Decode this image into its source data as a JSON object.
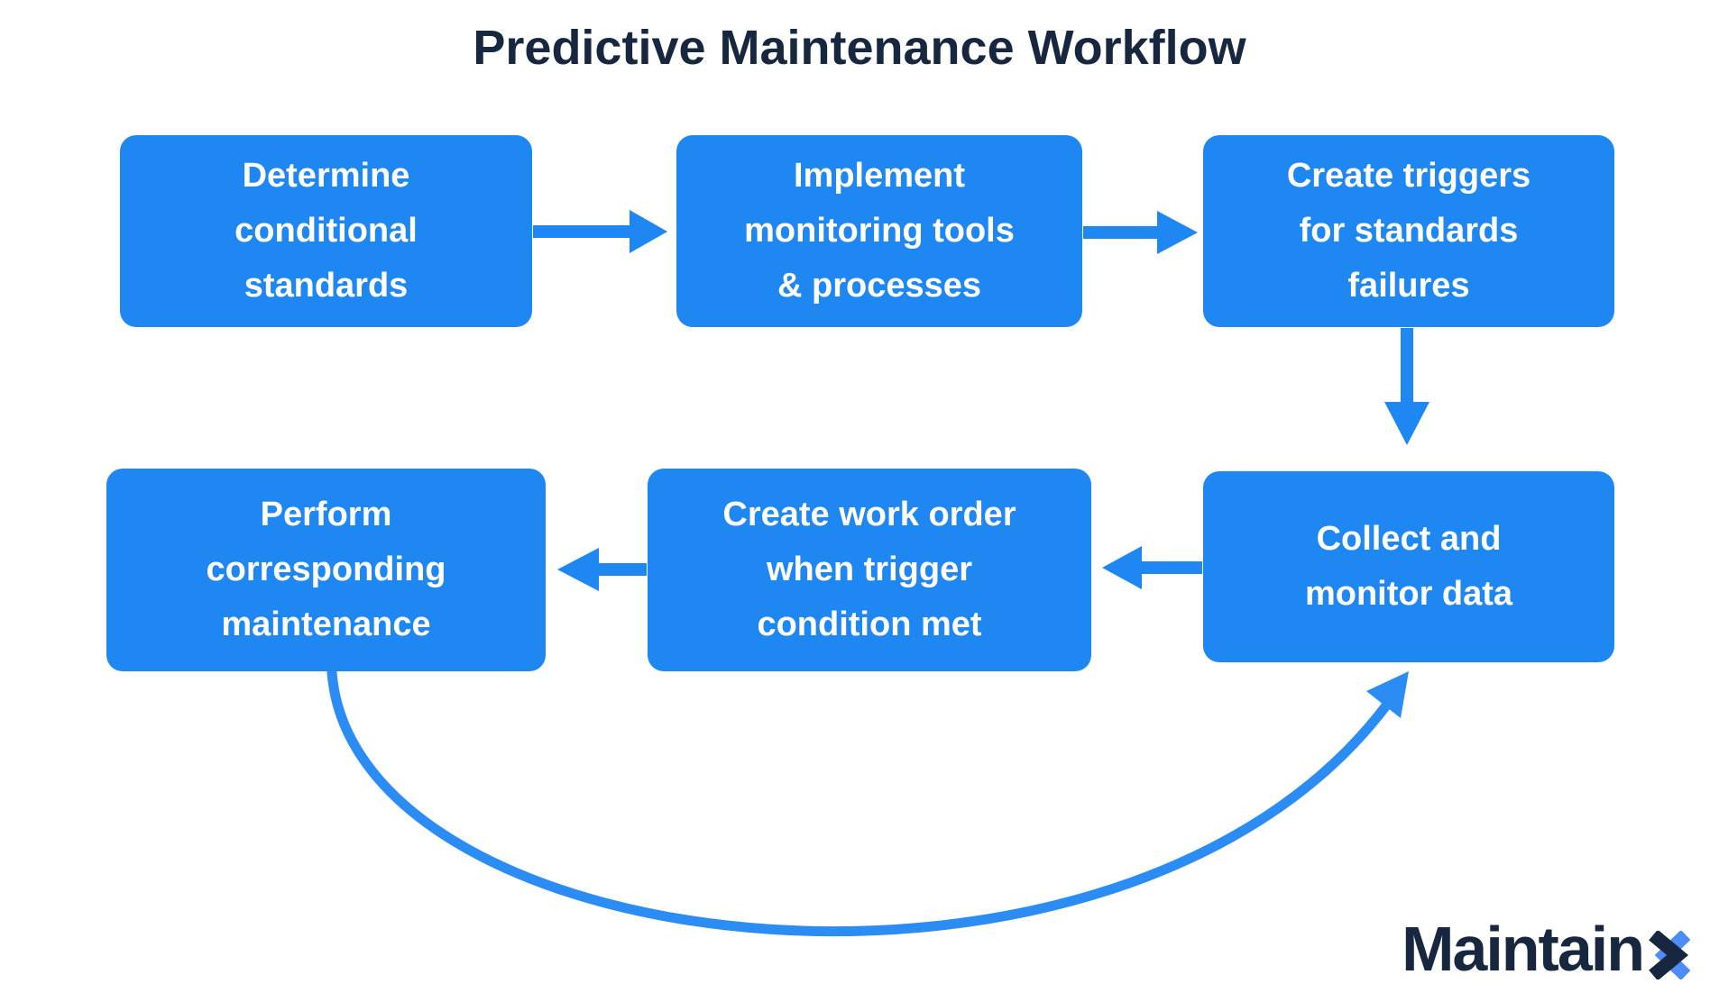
{
  "title": "Predictive Maintenance Workflow",
  "flowchart": {
    "boxes": [
      {
        "id": "determine-conditional-standards",
        "label": "Determine\nconditional\nstandards"
      },
      {
        "id": "implement-monitoring-tools",
        "label": "Implement\nmonitoring tools\n& processes"
      },
      {
        "id": "create-triggers",
        "label": "Create triggers\nfor standards\nfailures"
      },
      {
        "id": "collect-monitor-data",
        "label": "Collect and\nmonitor data"
      },
      {
        "id": "create-work-order",
        "label": "Create work order\nwhen trigger\ncondition met"
      },
      {
        "id": "perform-maintenance",
        "label": "Perform\ncorresponding\nmaintenance"
      }
    ],
    "connections": [
      {
        "from": "determine-conditional-standards",
        "to": "implement-monitoring-tools",
        "style": "straight"
      },
      {
        "from": "implement-monitoring-tools",
        "to": "create-triggers",
        "style": "straight"
      },
      {
        "from": "create-triggers",
        "to": "collect-monitor-data",
        "style": "straight"
      },
      {
        "from": "collect-monitor-data",
        "to": "create-work-order",
        "style": "straight"
      },
      {
        "from": "create-work-order",
        "to": "perform-maintenance",
        "style": "straight"
      },
      {
        "from": "perform-maintenance",
        "to": "collect-monitor-data",
        "style": "curved"
      }
    ]
  },
  "logo": {
    "brand": "MaintainX",
    "text_dark": "Maintain",
    "text_x": "X"
  },
  "colors": {
    "box_fill": "#1E87F2",
    "box_text": "#FFFFFF",
    "arrow": "#1E87F2",
    "curve_arrow": "#2B8CF4",
    "title_navy": "#16273F",
    "logo_navy": "#16273F",
    "logo_x_blue": "#4C8DF7",
    "background": "#FFFFFF"
  }
}
